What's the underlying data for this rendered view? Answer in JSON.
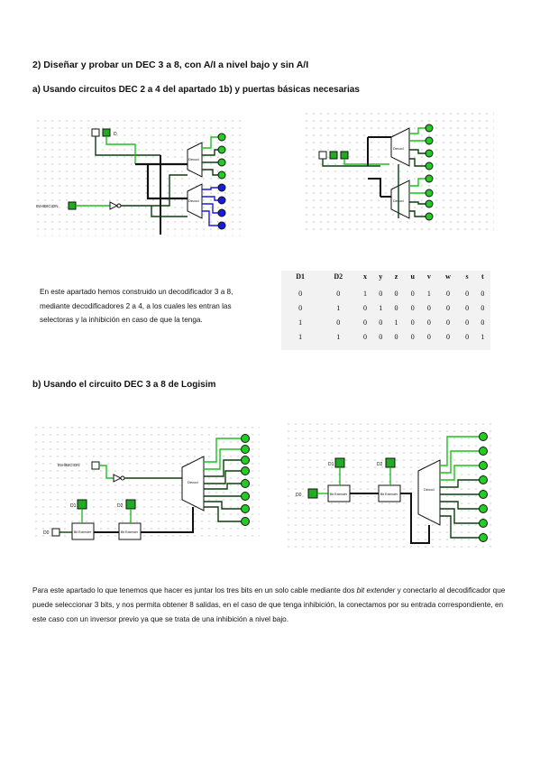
{
  "headings": {
    "h1": "2) Diseñar y probar un DEC 3 a 8, con A/I a nivel bajo y sin A/I",
    "h2": "a) Usando circuitos DEC 2 a 4 del apartado 1b) y puertas básicas necesarias",
    "h3": "b) Usando el circuito DEC 3 a 8 de Logisim"
  },
  "paragraph_a": "En este apartado hemos construido un decodificador 3 a 8, mediante decodificadores 2 a 4, a los cuales les entran las selectoras y la inhibición en caso de que la tenga.",
  "paragraph_b": {
    "part1": "Para este apartado lo que tenemos que hacer es juntar los tres bits en un solo cable mediante dos ",
    "italic": "bit extender",
    "part2": " y conectarlo al decodificador que puede seleccionar 3 bits, y nos permita obtener 8 salidas, en el caso de que tenga inhibición, la conectamos por su entrada correspondiente, en este caso con un inversor previo ya que se trata de una inhibición a nivel bajo."
  },
  "truth_table": {
    "headers": [
      "D1",
      "D2",
      "x",
      "y",
      "z",
      "u",
      "v",
      "w",
      "s",
      "t"
    ],
    "rows": [
      [
        "0",
        "0",
        "1",
        "0",
        "0",
        "0",
        "1",
        "0",
        "0",
        "0"
      ],
      [
        "0",
        "1",
        "0",
        "1",
        "0",
        "0",
        "0",
        "0",
        "0",
        "0"
      ],
      [
        "1",
        "0",
        "0",
        "0",
        "1",
        "0",
        "0",
        "0",
        "0",
        "0"
      ],
      [
        "1",
        "1",
        "0",
        "0",
        "0",
        "0",
        "0",
        "0",
        "0",
        "1"
      ]
    ]
  },
  "circuit_labels": {
    "inhib": "INHIBICION",
    "inhib_short": "INHIBICION",
    "dec_a": "Decod",
    "dec_b": "Decod",
    "bit_ext": "Bit Extender",
    "d1": "D1",
    "d2": "D2",
    "d0": "D0",
    "d": "D"
  },
  "colors": {
    "wire_on": "#1fbf1f",
    "wire_off": "#0b3d0b",
    "wire_multi": "#111111",
    "wire_blue": "#1a1ae0",
    "led_on": "#22cc22",
    "pin_fill": "#22aa22"
  }
}
